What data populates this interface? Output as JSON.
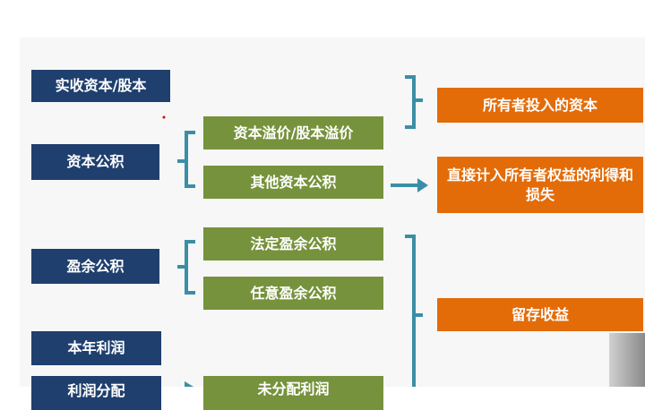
{
  "left_items": [
    "实收资本/股本",
    "资本公积",
    "盈余公积",
    "本年利润",
    "利润分配"
  ],
  "middle_items": [
    "资本溢价/股本溢价",
    "其他资本公积",
    "法定盈余公积",
    "任意盈余公积",
    "未分配利润"
  ],
  "right_items": [
    "所有者投入的资本",
    "直接计入所有者权益的利得和损失",
    "留存收益"
  ],
  "colors": {
    "navy": "#1f3f6e",
    "green": "#76923c",
    "orange": "#e36c09",
    "connector": "#3b8ea5"
  }
}
